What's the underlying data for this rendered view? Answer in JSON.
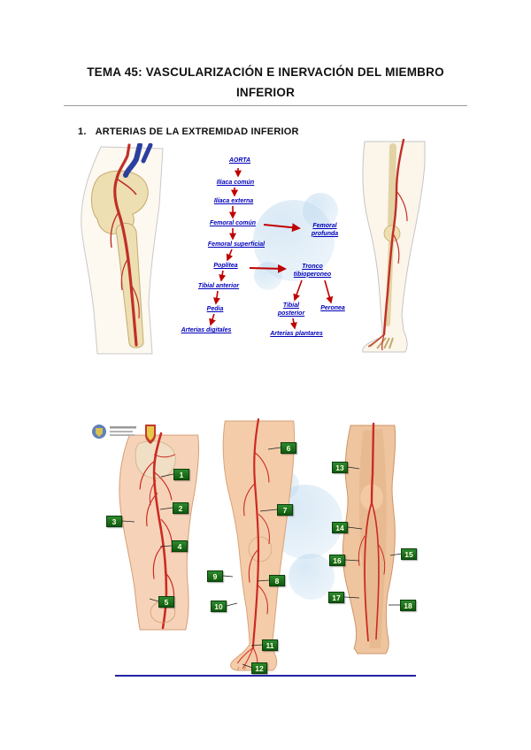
{
  "document": {
    "title": "TEMA 45: VASCULARIZACIÓN E INERVACIÓN DEL MIEMBRO INFERIOR",
    "section1_number": "1.",
    "section1_title": "ARTERIAS DE LA EXTREMIDAD INFERIOR"
  },
  "flowchart": {
    "aorta": "AORTA",
    "iliaca_comun": "Ilíaca común",
    "iliaca_externa": "Ilíaca externa",
    "femoral_comun": "Femoral común",
    "femoral_profunda": "Femoral profunda",
    "femoral_superficial": "Femoral superficial",
    "poplitea": "Poplítea",
    "tronco_tibioperoneo": "Tronco tibioperoneo",
    "tibial_anterior": "Tibial anterior",
    "pedia": "Pedia",
    "arterias_digitales": "Arterias digitales",
    "tibial_posterior": "Tibial posterior",
    "peronea": "Peronea",
    "arterias_plantares": "Arterias plantares"
  },
  "figure2_labels": [
    "1",
    "2",
    "3",
    "4",
    "5",
    "6",
    "7",
    "8",
    "9",
    "10",
    "11",
    "12",
    "13",
    "14",
    "15",
    "16",
    "17",
    "18"
  ],
  "colors": {
    "flow_text_blue": "#0000bb",
    "arrow_red": "#c00000",
    "label_green": "#0f5a0f",
    "bottom_rule_blue": "#2222a4"
  }
}
